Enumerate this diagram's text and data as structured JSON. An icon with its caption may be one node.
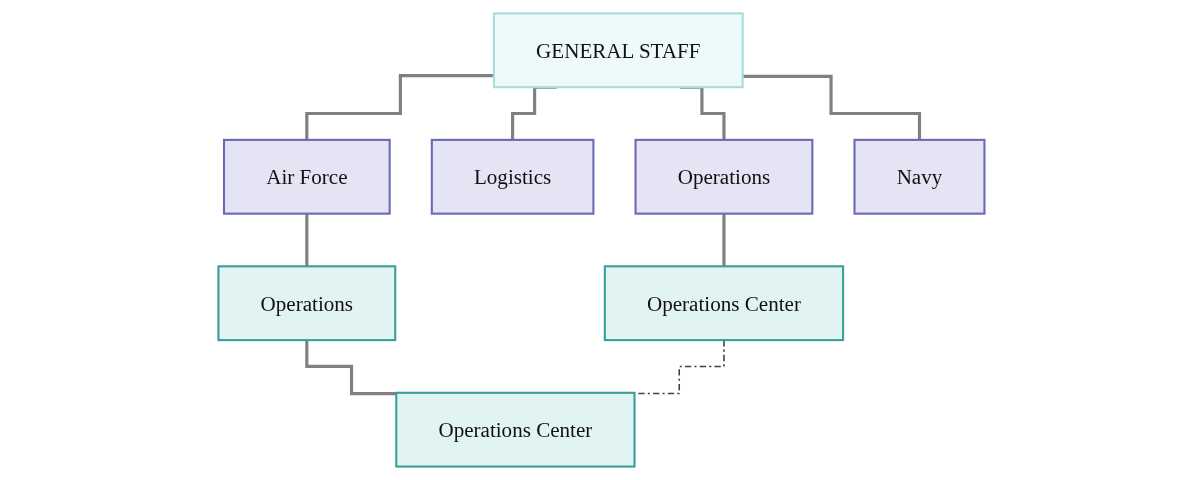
{
  "diagram": {
    "nodes": [
      {
        "text": [
          "GENERAL STAFF"
        ]
      },
      {
        "text": [
          "Operations"
        ]
      },
      {
        "text": [
          "Logistics"
        ]
      },
      {
        "text": [
          "Air Force"
        ]
      },
      {
        "text": [
          "Navy"
        ]
      },
      {
        "text": [
          "Operations Center"
        ]
      },
      {
        "text": [
          "Operations"
        ]
      },
      {
        "text": [
          "Operations Center"
        ]
      }
    ],
    "edges": [
      {
        "from": 0,
        "to": 1,
        "arrow": "none"
      },
      {
        "from": 0,
        "to": 2,
        "arrow": "none"
      },
      {
        "from": 0,
        "to": 3,
        "arrow": "none"
      },
      {
        "from": 0,
        "to": 4,
        "arrow": "none"
      },
      {
        "from": 1,
        "to": 5,
        "arrow": "none"
      },
      {
        "from": 3,
        "to": 6,
        "arrow": "none"
      },
      {
        "from": 6,
        "to": 7,
        "arrow": "none"
      },
      {
        "from": 5,
        "to": 7,
        "arrow": "none",
        "style": "dashed",
        "color": "#404040"
      }
    ]
  }
}
